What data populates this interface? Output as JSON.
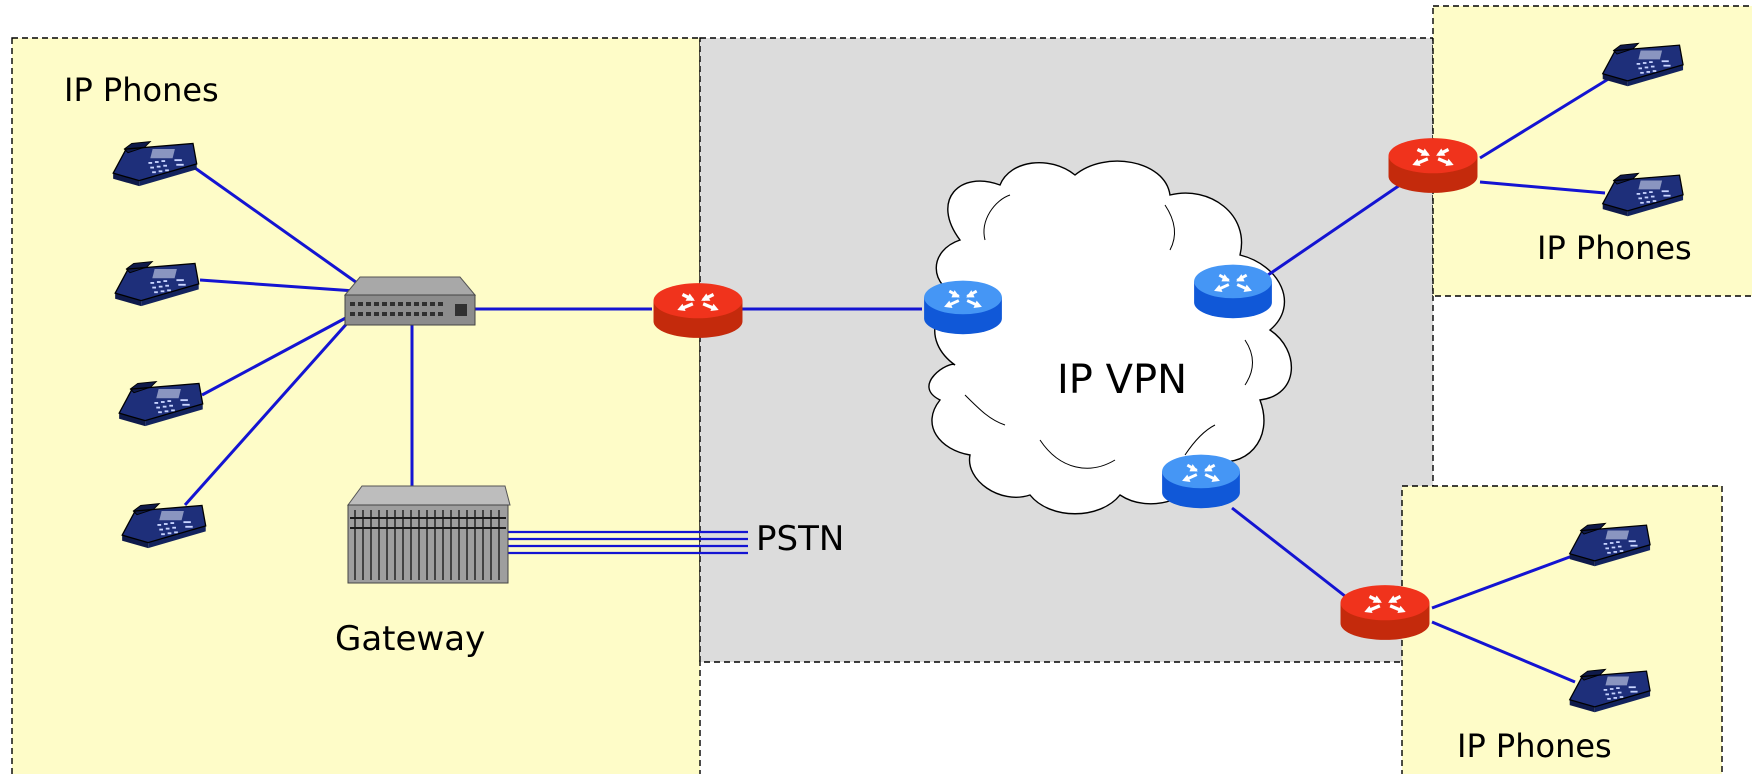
{
  "labels": {
    "phones_main": "IP Phones",
    "phones_top_right": "IP Phones",
    "phones_bottom_right": "IP Phones",
    "vpn": "IP VPN",
    "pstn": "PSTN",
    "gateway": "Gateway"
  },
  "colors": {
    "site_fill": "#fefcc8",
    "wan_fill": "#dcdcdc",
    "link": "#1414d2",
    "router_edge": "#e01e0a",
    "router_core": "#2f7ff0",
    "phone": "#1e2f7a"
  },
  "icons": {
    "phone": "ip-phone-icon",
    "switch": "switch-icon",
    "gateway": "gateway-icon",
    "edge_router": "router-icon",
    "core_router": "router-icon",
    "cloud": "cloud-icon"
  }
}
